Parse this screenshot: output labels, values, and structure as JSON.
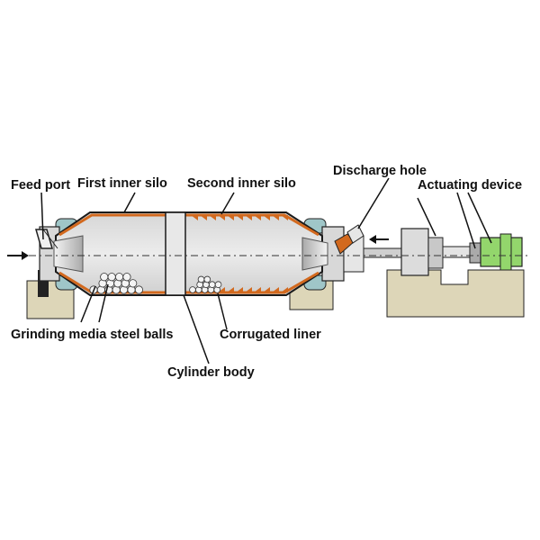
{
  "labels": {
    "feed_port": "Feed port",
    "first_inner_silo": "First inner silo",
    "second_inner_silo": "Second inner silo",
    "discharge_hole": "Discharge hole",
    "actuating_device": "Actuating device",
    "grinding_media": "Grinding media steel balls",
    "corrugated_liner": "Corrugated liner",
    "cylinder_body": "Cylinder body"
  },
  "colors": {
    "shell_fill": "#e2e2e2",
    "shell_stroke": "#1a1a1a",
    "liner": "#d2691e",
    "foundation": "#ddd6b8",
    "bearing": "#9fc6c8",
    "motor": "#93d66c",
    "cone": "#bdbdbd"
  }
}
